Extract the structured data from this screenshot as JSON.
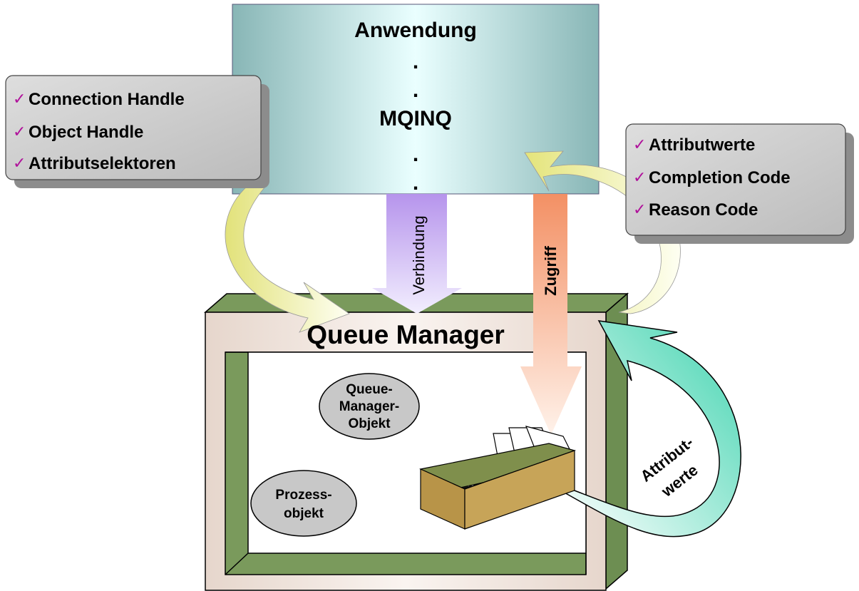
{
  "application": {
    "title": "Anwendung",
    "dot": ".",
    "call": "MQINQ"
  },
  "inputs": {
    "check": "✓",
    "items": [
      "Connection Handle",
      "Object Handle",
      "Attributselektoren"
    ]
  },
  "outputs": {
    "check": "✓",
    "items": [
      "Attributwerte",
      "Completion Code",
      "Reason Code"
    ]
  },
  "arrows": {
    "connection": "Verbindung",
    "access": "Zugriff",
    "attr_line1": "Attribut-",
    "attr_line2": "werte"
  },
  "queue_manager": {
    "title": "Queue Manager",
    "qm_object": [
      "Queue-",
      "Manager-",
      "Objekt"
    ],
    "process_object": [
      "Prozess-",
      "objekt"
    ]
  },
  "colors": {
    "application_box": "#9ccaca",
    "callout_box": "#c8c8c8",
    "frame_green": "#7a9a5c",
    "frame_beige": "#eaded6",
    "connection_arrow": "#b89ae8",
    "access_arrow": "#f59a72",
    "attribute_arrow": "#5fd6b8",
    "curved_arrow": "#e8e87a",
    "box_tan": "#bd9a4c",
    "check": "#b0119b"
  }
}
